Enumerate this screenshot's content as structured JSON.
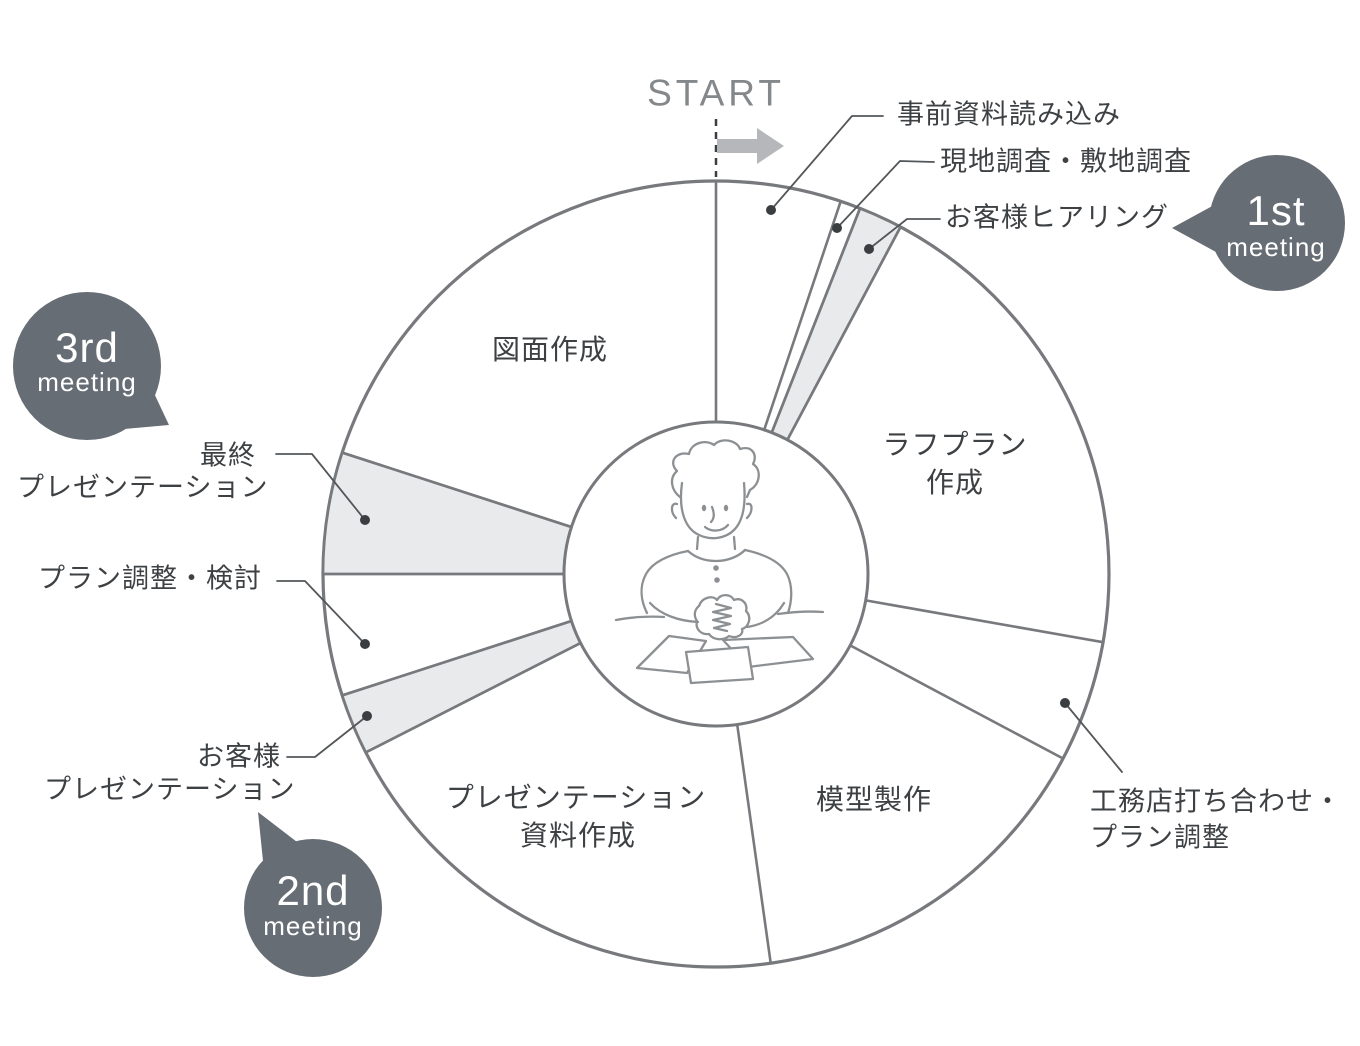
{
  "start_label": "START",
  "steps": [
    {
      "label": "事前資料読み込み",
      "position": "outside",
      "shaded": false
    },
    {
      "label": "現地調査・敷地調査",
      "position": "outside",
      "shaded": false
    },
    {
      "label": "お客様ヒアリング",
      "position": "outside",
      "shaded": true,
      "meeting": "1st meeting"
    },
    {
      "label": "ラフプラン作成",
      "lines": [
        "ラフプラン",
        "作成"
      ],
      "position": "inside",
      "shaded": false
    },
    {
      "label": "工務店打ち合わせ・プラン調整",
      "lines": [
        "工務店打ち合わせ・",
        "プラン調整"
      ],
      "position": "outside",
      "shaded": false
    },
    {
      "label": "模型製作",
      "position": "inside",
      "shaded": false
    },
    {
      "label": "プレゼンテーション資料作成",
      "lines": [
        "プレゼンテーション",
        "資料作成"
      ],
      "position": "inside",
      "shaded": false
    },
    {
      "label": "お客様プレゼンテーション",
      "lines": [
        "お客様",
        "プレゼンテーション"
      ],
      "position": "outside",
      "shaded": true,
      "meeting": "2nd meeting"
    },
    {
      "label": "プラン調整・検討",
      "position": "outside",
      "shaded": false
    },
    {
      "label": "最終プレゼンテーション",
      "lines": [
        "最終",
        "プレゼンテーション"
      ],
      "position": "outside",
      "shaded": true,
      "meeting": "3rd meeting"
    },
    {
      "label": "図面作成",
      "position": "inside",
      "shaded": false
    }
  ],
  "badges": [
    {
      "ordinal": "1st",
      "word": "meeting"
    },
    {
      "ordinal": "2nd",
      "word": "meeting"
    },
    {
      "ordinal": "3rd",
      "word": "meeting"
    }
  ],
  "icons": {
    "center_illustration": "person-at-desk",
    "start_arrow": "right-arrow"
  },
  "colors": {
    "outline_gray": "#77797d",
    "shaded_wedge": "#e9eaeb",
    "badge_fill": "#676d74",
    "label_text": "#3e4144",
    "start_text": "#85888b",
    "arrow_fill": "#b5b7ba",
    "leader_line": "#54575a",
    "dot": "#3b3e41"
  }
}
